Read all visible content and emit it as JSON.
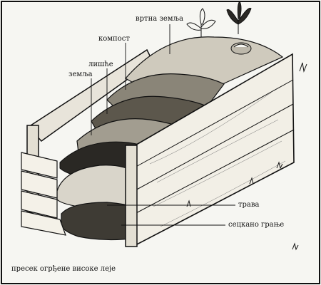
{
  "labels": {
    "garden_soil": "вртна земља",
    "compost": "компост",
    "leaves": "лишће",
    "soil": "земља",
    "grass": "трава",
    "chopped_branches": "сецкано грање"
  },
  "caption": "пресек огрђене високе леје"
}
